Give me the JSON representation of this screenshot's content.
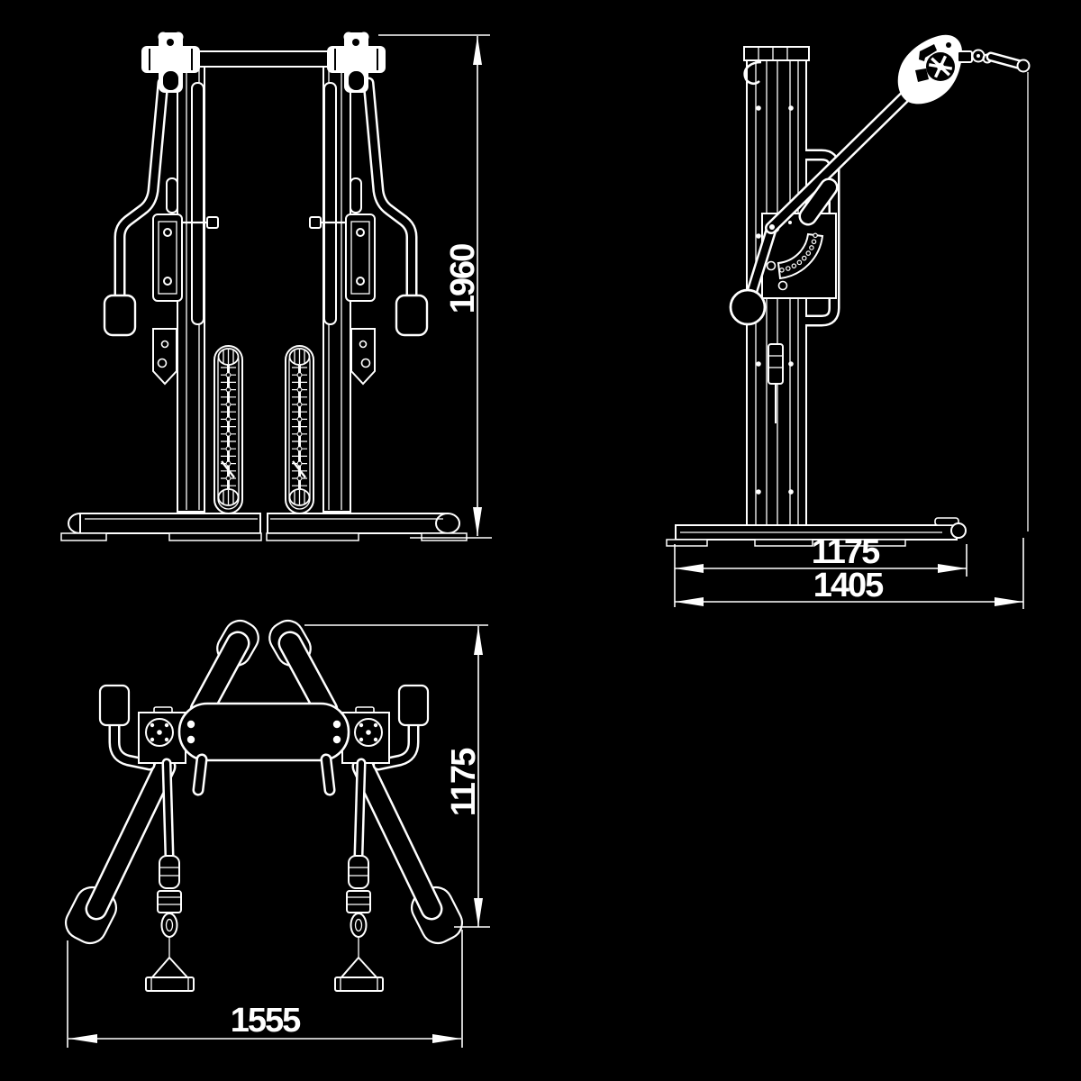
{
  "drawing": {
    "background_color": "#000000",
    "line_color": "#ffffff",
    "front_view": {
      "height_mm": "1960"
    },
    "side_view": {
      "base_depth_mm": "1175",
      "overall_depth_mm": "1405"
    },
    "top_view": {
      "overall_depth_mm": "1175",
      "overall_width_mm": "1555"
    }
  }
}
